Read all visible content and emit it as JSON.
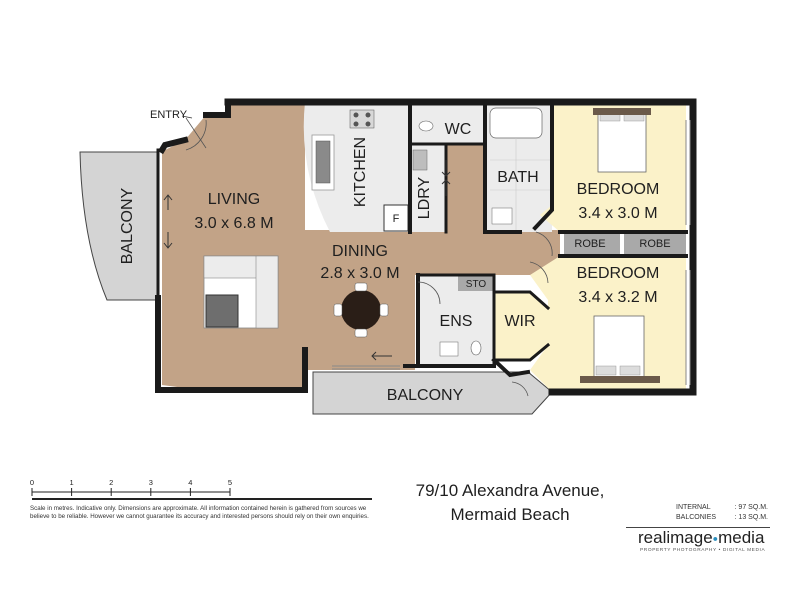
{
  "labels": {
    "entry": "ENTRY",
    "balcony_left": "BALCONY",
    "living": "LIVING",
    "living_dims": "3.0 x 6.8 M",
    "kitchen": "KITCHEN",
    "fridge": "F",
    "ldry": "LDRY",
    "wc": "WC",
    "bath": "BATH",
    "bedroom1": "BEDROOM",
    "bedroom1_dims": "3.4 x 3.0 M",
    "robe1": "ROBE",
    "robe2": "ROBE",
    "dining": "DINING",
    "dining_dims": "2.8 x 3.0 M",
    "sto": "STO",
    "ens": "ENS",
    "wir": "WIR",
    "bedroom2": "BEDROOM",
    "bedroom2_dims": "3.4 x 3.2 M",
    "balcony_bottom": "BALCONY"
  },
  "footer": {
    "address_line1": "79/10 Alexandra Avenue,",
    "address_line2": "Mermaid Beach",
    "scale_ticks": [
      "0",
      "1",
      "2",
      "3",
      "4",
      "5"
    ],
    "disclaimer": "Scale in metres.  Indicative only.  Dimensions are approximate.  All information contained herein is gathered from sources we believe to be reliable.  However we cannot guarantee its accuracy and interested persons should rely on their own enquiries.",
    "internal_label": "INTERNAL",
    "internal_value": ":  97 SQ.M.",
    "balconies_label": "BALCONIES",
    "balconies_value": ":  13 SQ.M.",
    "brand_part1": "realimage",
    "brand_dot": "●",
    "brand_part2": "media",
    "tagline": "PROPERTY PHOTOGRAPHY • DIGITAL MEDIA"
  },
  "colors": {
    "living_floor": "#c2a387",
    "tile_floor": "#ececec",
    "bedroom_floor": "#fbf2c9",
    "robe_grey": "#a9a9a9",
    "balcony_grey": "#d4d4d4",
    "wall": "#1a1a1a",
    "brand_blue": "#2a8fbf"
  }
}
